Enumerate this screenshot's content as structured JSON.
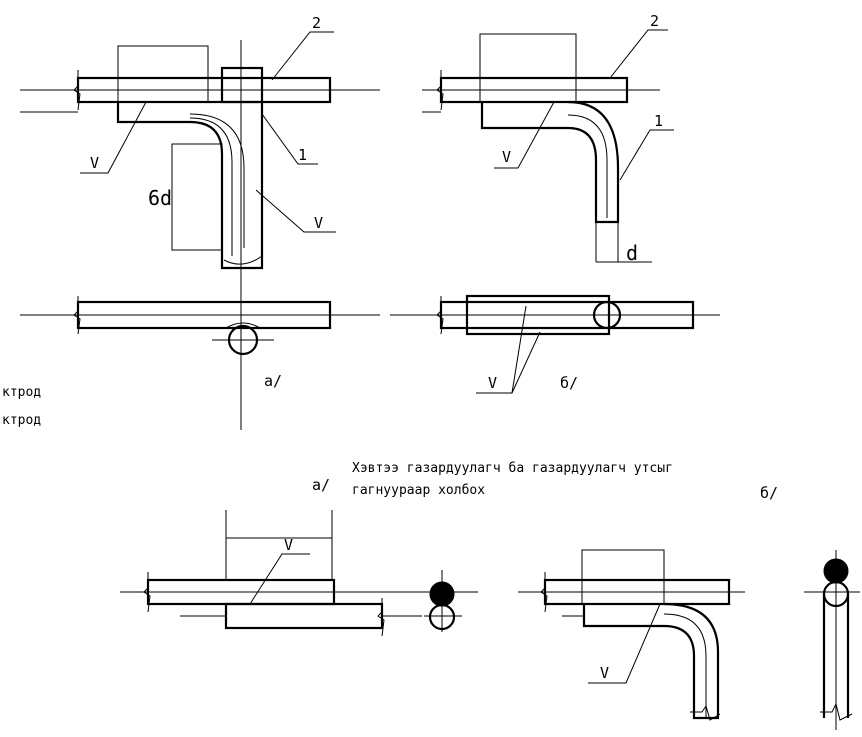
{
  "labels": {
    "weld": "V",
    "pos1": "1",
    "pos2": "2",
    "six_d": "6d",
    "d": "d",
    "variant_a": "а/",
    "variant_b": "б/"
  },
  "legend": {
    "line1": "ктрод",
    "line2": "ктрод"
  },
  "caption": {
    "line1": "Хэвтээ газардуулагч ба газардуулагч утсыг",
    "line2": "гагнуураар холбох"
  },
  "colors": {
    "stroke": "#000000",
    "background": "#ffffff"
  }
}
